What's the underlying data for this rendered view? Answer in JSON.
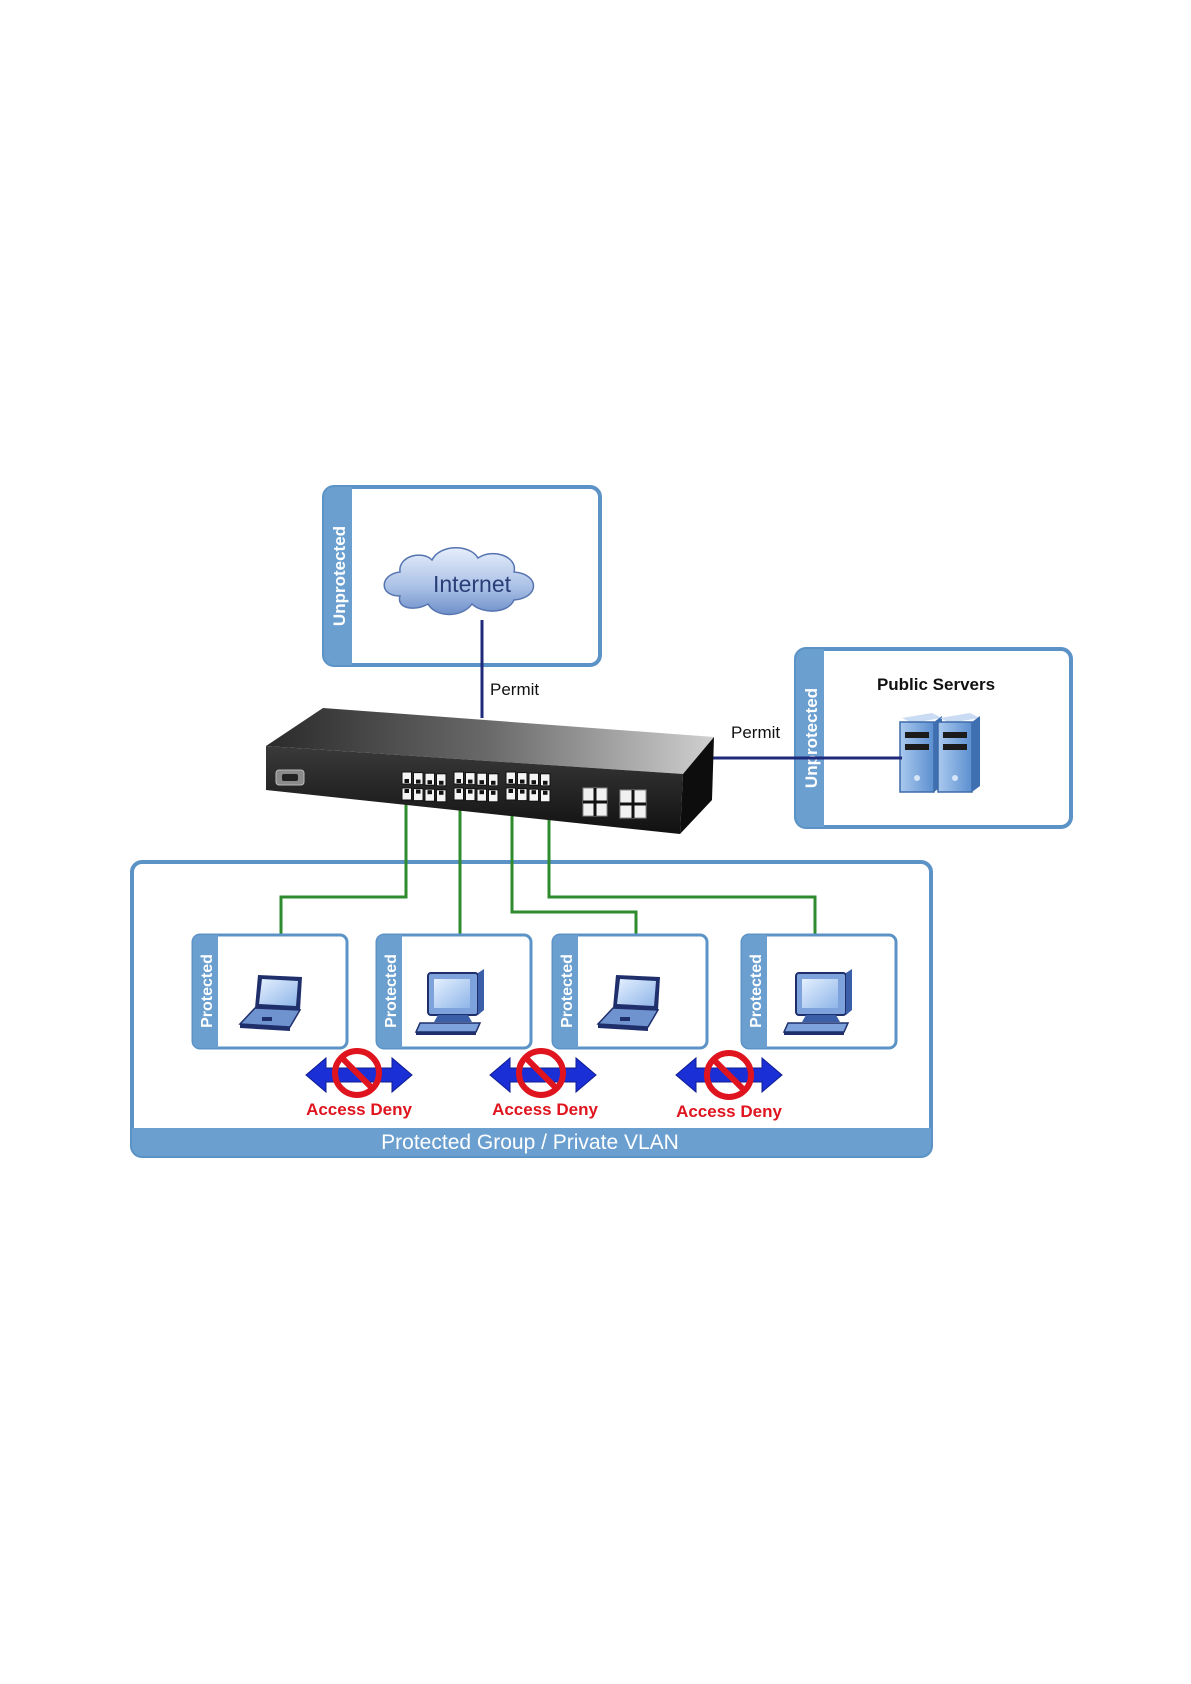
{
  "zones": {
    "internet": {
      "side_label": "Unprotected",
      "cloud_label": "Internet"
    },
    "servers": {
      "side_label": "Unprotected",
      "title": "Public Servers"
    },
    "protected_group": {
      "footer_label": "Protected Group / Private VLAN"
    }
  },
  "links": {
    "internet_permit": "Permit",
    "servers_permit": "Permit"
  },
  "hosts": [
    {
      "label": "Protected",
      "device": "laptop"
    },
    {
      "label": "Protected",
      "device": "desktop"
    },
    {
      "label": "Protected",
      "device": "laptop"
    },
    {
      "label": "Protected",
      "device": "desktop"
    }
  ],
  "deny_markers": [
    {
      "label": "Access Deny"
    },
    {
      "label": "Access Deny"
    },
    {
      "label": "Access Deny"
    }
  ],
  "colors": {
    "frame": "#5b93c7",
    "frame_fill": "#6a9fd0",
    "uplink": "#1f2a7a",
    "host_link": "#2e8b2e",
    "deny_text": "#e0141e",
    "deny_arrow": "#1a2fd6",
    "cloud": "#9fb7df"
  }
}
